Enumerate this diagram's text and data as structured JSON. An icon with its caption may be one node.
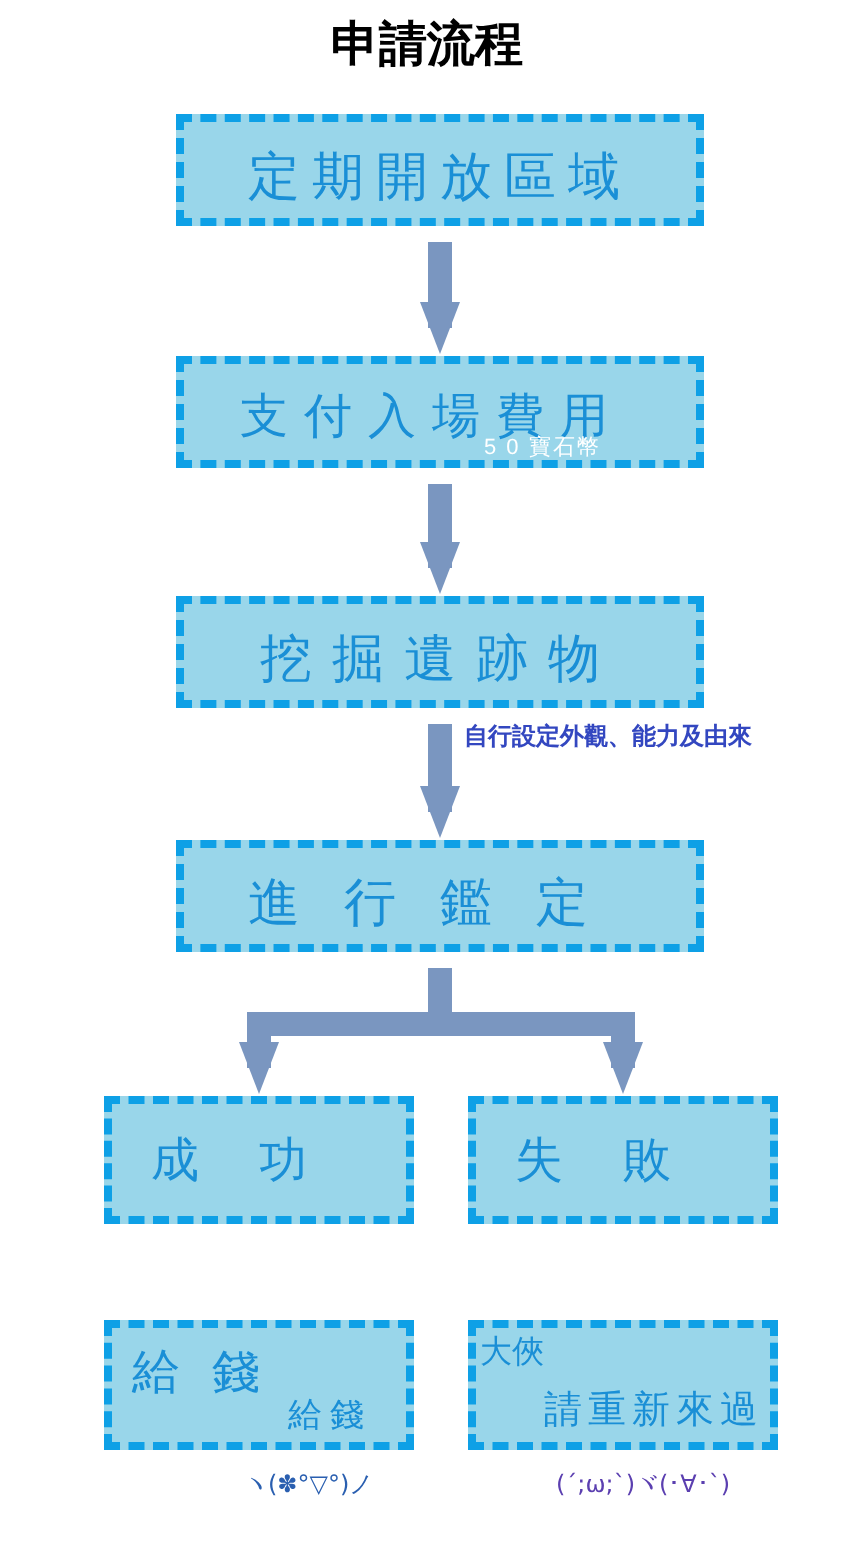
{
  "diagram": {
    "title": "申請流程",
    "nodes": [
      {
        "text": [
          "定期開放區域"
        ]
      },
      {
        "text": [
          "支付入場費用",
          "5 0 寶石幣"
        ]
      },
      {
        "text": [
          "挖掘遺跡物"
        ],
        "beside": [
          "自行設定外觀、能力及由來"
        ]
      },
      {
        "text": [
          "進行鑑定"
        ]
      },
      {
        "text": [
          "成功"
        ]
      },
      {
        "text": [
          "失敗"
        ]
      },
      {
        "text": [
          "給錢",
          "給錢"
        ],
        "beside": [
          "ヽ(✽°▽°)ノ"
        ]
      },
      {
        "text": [
          "大俠",
          "請重新來過"
        ],
        "beside": [
          "(´;ω;`)ヾ(･∀･`)"
        ]
      }
    ],
    "edges": [
      {
        "from": 0,
        "to": 1,
        "arrow": "to"
      },
      {
        "from": 1,
        "to": 2,
        "arrow": "to"
      },
      {
        "from": 2,
        "to": 3,
        "arrow": "to"
      },
      {
        "from": 3,
        "to": 4,
        "arrow": "to"
      },
      {
        "from": 3,
        "to": 5,
        "arrow": "to"
      }
    ]
  }
}
